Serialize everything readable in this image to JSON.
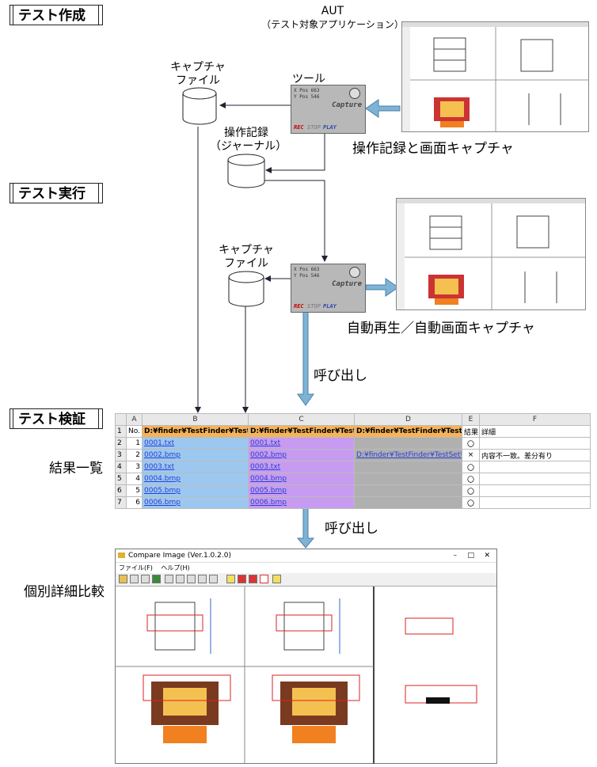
{
  "sections": {
    "create": "テスト作成",
    "execute": "テスト実行",
    "verify": "テスト検証"
  },
  "aut": {
    "line1": "AUT",
    "line2": "（テスト対象アプリケーション）"
  },
  "tool_label": "ツール",
  "capture_file_1": {
    "line1": "キャプチャ",
    "line2": "ファイル"
  },
  "journal": {
    "line1": "操作記録",
    "line2": "（ジャーナル）"
  },
  "capture_file_2": {
    "line1": "キャプチャ",
    "line2": "ファイル"
  },
  "record_caption": "操作記録と画面キャプチャ",
  "playback_caption": "自動再生／自動画面キャプチャ",
  "call_1": "呼び出し",
  "call_2": "呼び出し",
  "result_list": "結果一覧",
  "detail_compare": "個別詳細比較",
  "tool_widget": {
    "x_pos": "X Pos 663",
    "y_pos": "Y Pos 546",
    "capture": "Capture",
    "rec": "REC",
    "stop": "STOP",
    "play": "PLAY"
  },
  "sheet": {
    "col_headers": [
      "",
      "A",
      "B",
      "C",
      "D",
      "E",
      "F"
    ],
    "rows": [
      {
        "num": "1",
        "a": "No.",
        "b": "D:¥finder¥TestFinder¥TestSet¥",
        "c": "D:¥finder¥TestFinder¥TestSet¥",
        "d": "D:¥finder¥TestFinder¥TestSet¥",
        "e": "結果",
        "f": "詳細"
      },
      {
        "num": "2",
        "a": "1",
        "b": "0001.txt",
        "c": "0001.txt",
        "d": "",
        "e": "〇",
        "f": ""
      },
      {
        "num": "3",
        "a": "2",
        "b": "0002.bmp",
        "c": "0002.bmp",
        "d": "D:¥finder¥TestFinder¥TestSet¥C",
        "e": "×",
        "f": "内容不一致。差分有り"
      },
      {
        "num": "4",
        "a": "3",
        "b": "0003.txt",
        "c": "0003.txt",
        "d": "",
        "e": "〇",
        "f": ""
      },
      {
        "num": "5",
        "a": "4",
        "b": "0004.bmp",
        "c": "0004.bmp",
        "d": "",
        "e": "〇",
        "f": ""
      },
      {
        "num": "6",
        "a": "5",
        "b": "0005.bmp",
        "c": "0005.bmp",
        "d": "",
        "e": "〇",
        "f": ""
      },
      {
        "num": "7",
        "a": "6",
        "b": "0006.bmp",
        "c": "0006.bmp",
        "d": "",
        "e": "〇",
        "f": ""
      }
    ]
  },
  "compare_window": {
    "title": "Compare Image (Ver.1.0.2.0)",
    "menu_file": "ファイル(F)",
    "menu_help": "ヘルプ(H)"
  },
  "colors": {
    "arrow": "#7fb3d5",
    "col_b": "#9cc8f0",
    "col_c": "#c79cf0",
    "col_d": "#b0b0b0",
    "header_orange": "#f5b35a"
  }
}
